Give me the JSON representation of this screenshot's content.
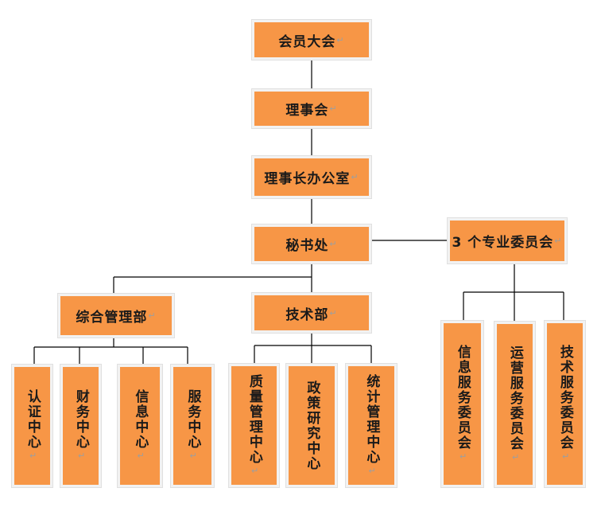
{
  "colors": {
    "box_fill": "#f79646",
    "line": "#000000"
  },
  "nodes": {
    "general_assembly": "会员大会",
    "council": "理事会",
    "chairman_office": "理事长办公室",
    "secretariat": "秘书处",
    "special_committees": "3 个专业委员会",
    "general_management_dept": "综合管理部",
    "technical_dept": "技术部",
    "certification_center": "认证中心",
    "finance_center": "财务中心",
    "information_center": "信息中心",
    "service_center": "服务中心",
    "quality_management_center": "质量管理中心",
    "policy_research_center": "政策研究中心",
    "statistics_management_center": "统计管理中心",
    "info_service_committee": "信息服务委员会",
    "operation_service_committee": "运营服务委员会",
    "tech_service_committee": "技术服务委员会"
  }
}
